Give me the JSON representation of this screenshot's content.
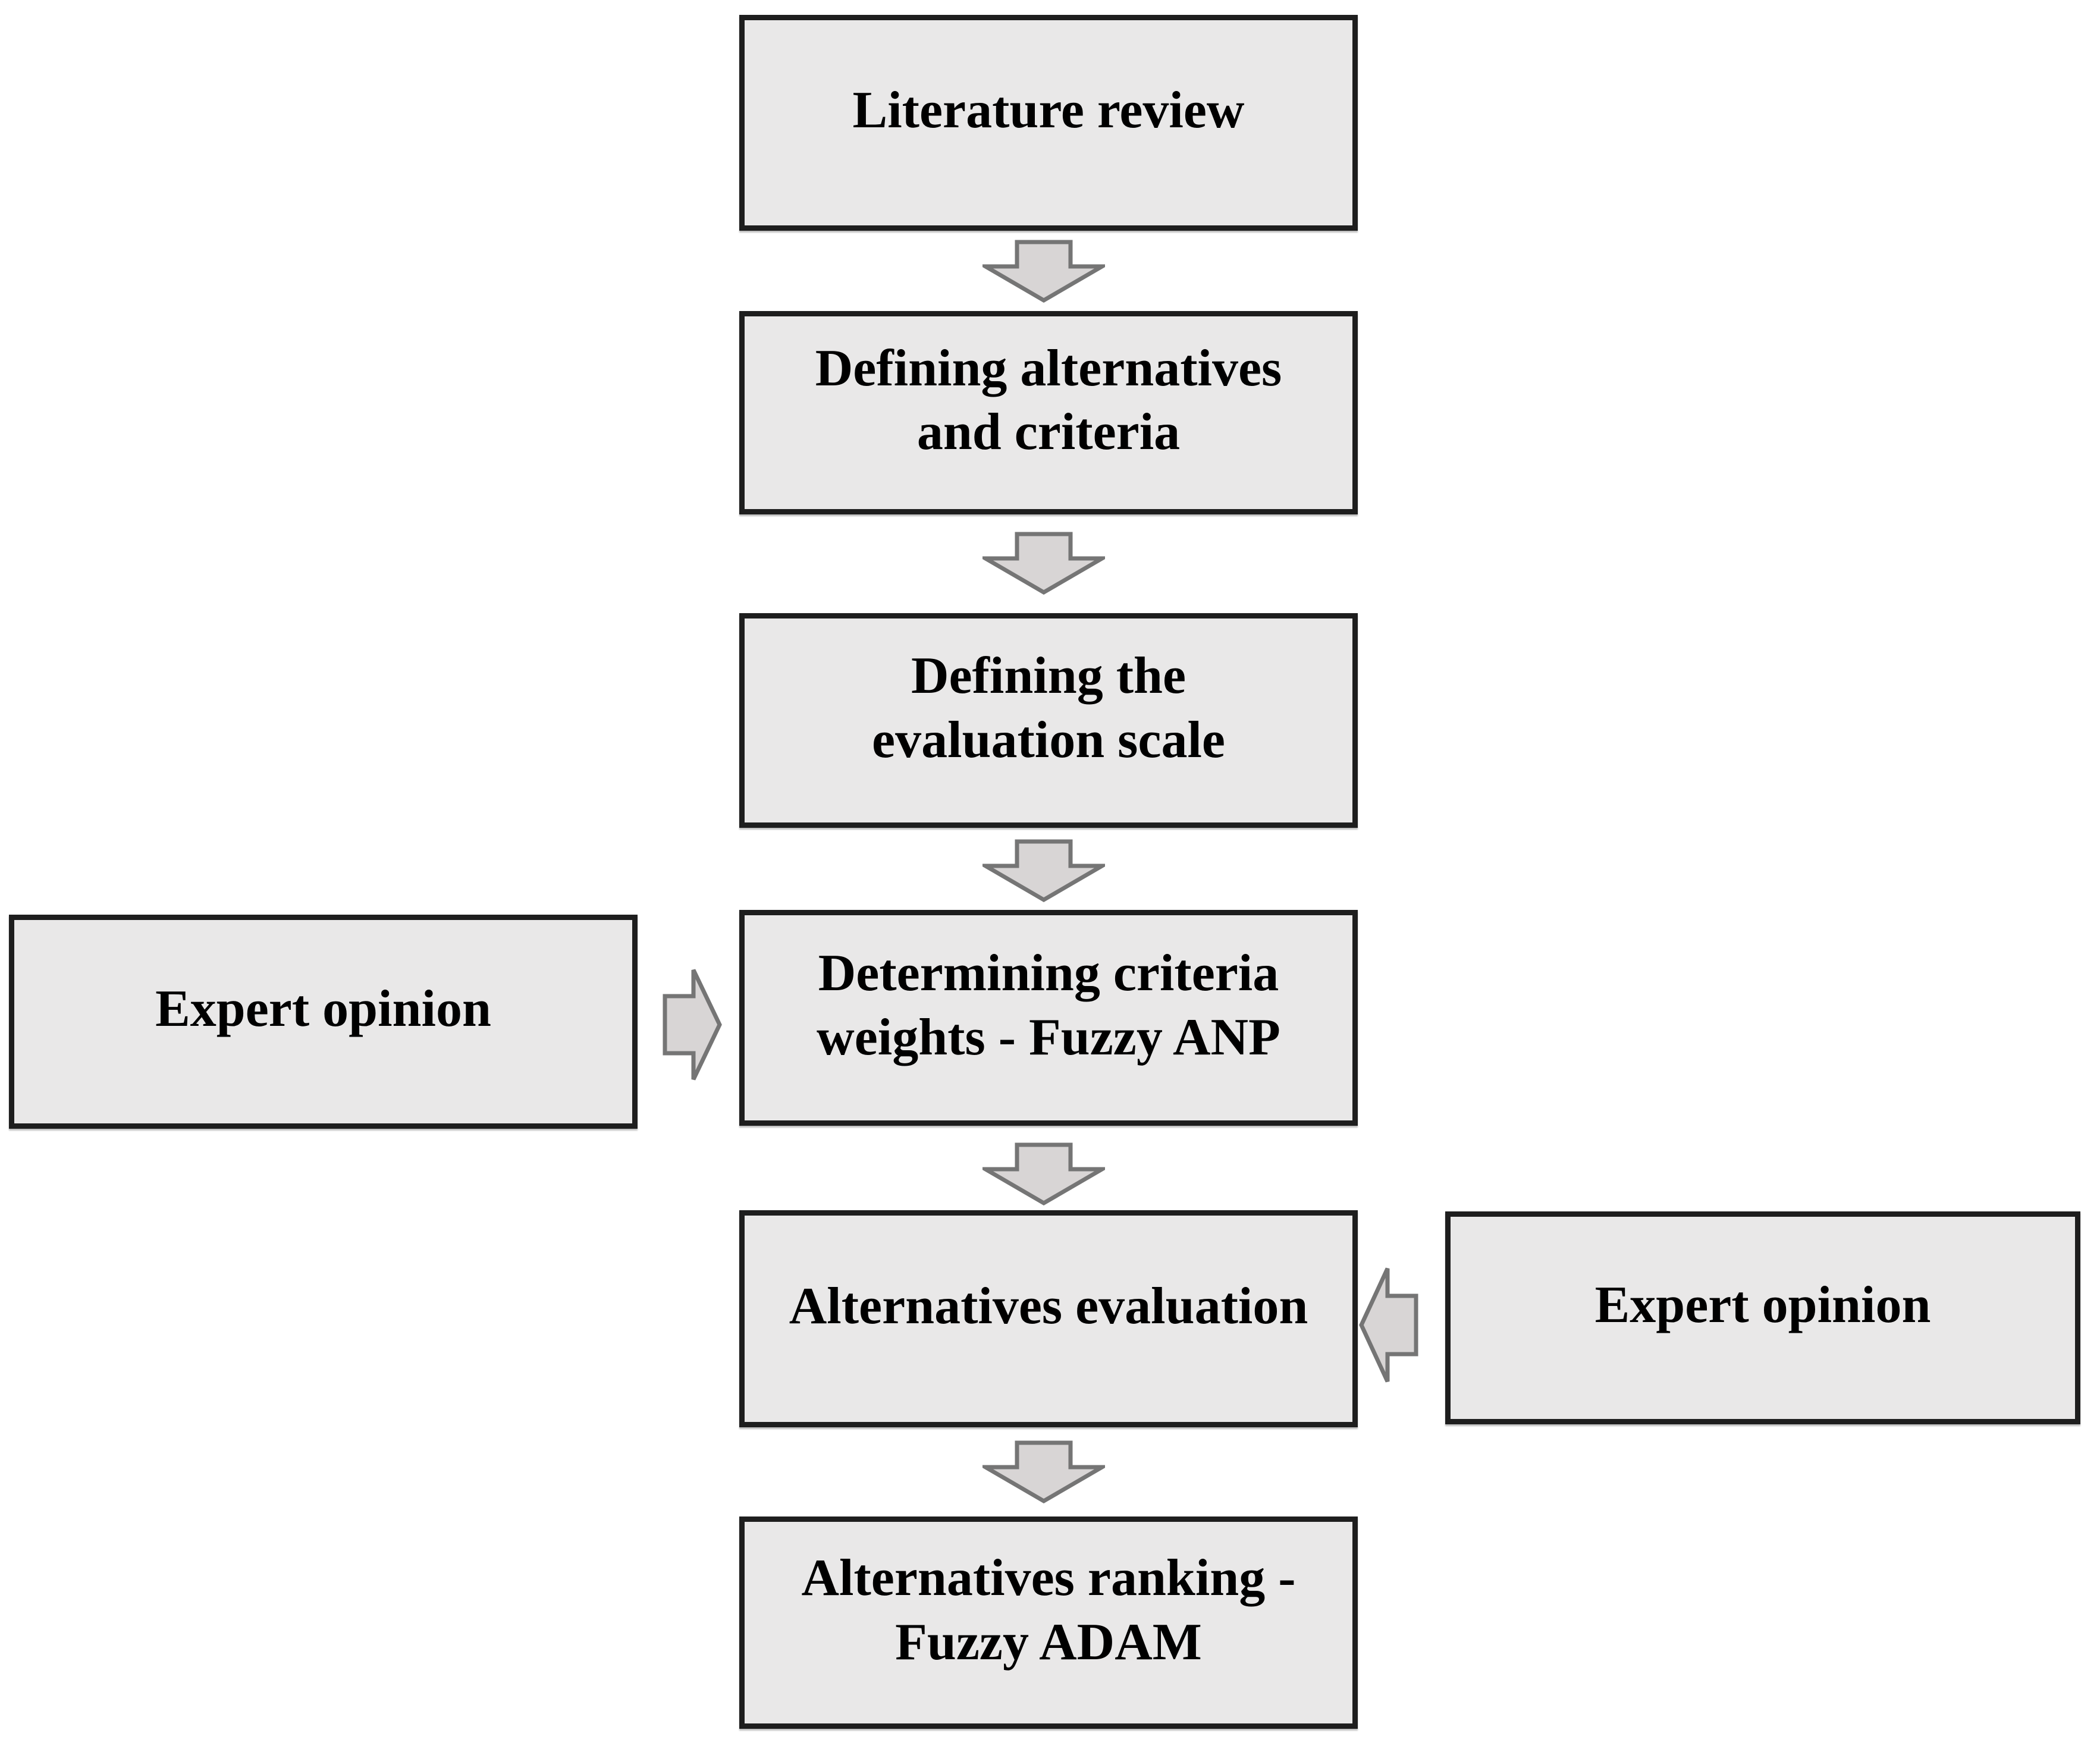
{
  "figure": {
    "type": "flowchart",
    "colors": {
      "background": "#ffffff",
      "node_fill": "#e9e8e8",
      "node_border": "#1e1e1e",
      "arrow_fill": "#d8d5d5",
      "arrow_border": "#757575",
      "text": "#000000"
    },
    "nodes": [
      {
        "id": "literature-review",
        "label": "Literature review"
      },
      {
        "id": "defining-alternatives-and-criteria",
        "label": "Defining alternatives\nand criteria"
      },
      {
        "id": "defining-the-evaluation-scale",
        "label": "Defining the\nevaluation scale"
      },
      {
        "id": "determining-criteria-weights",
        "label": "Determining criteria\nweights - Fuzzy ANP"
      },
      {
        "id": "alternatives-evaluation",
        "label": "Alternatives evaluation"
      },
      {
        "id": "alternatives-ranking",
        "label": "Alternatives ranking -\nFuzzy ADAM"
      },
      {
        "id": "expert-opinion-left",
        "label": "Expert opinion"
      },
      {
        "id": "expert-opinion-right",
        "label": "Expert opinion"
      }
    ],
    "edges": [
      {
        "from": "literature-review",
        "to": "defining-alternatives-and-criteria",
        "direction": "down"
      },
      {
        "from": "defining-alternatives-and-criteria",
        "to": "defining-the-evaluation-scale",
        "direction": "down"
      },
      {
        "from": "defining-the-evaluation-scale",
        "to": "determining-criteria-weights",
        "direction": "down"
      },
      {
        "from": "determining-criteria-weights",
        "to": "alternatives-evaluation",
        "direction": "down"
      },
      {
        "from": "alternatives-evaluation",
        "to": "alternatives-ranking",
        "direction": "down"
      },
      {
        "from": "expert-opinion-left",
        "to": "determining-criteria-weights",
        "direction": "right"
      },
      {
        "from": "expert-opinion-right",
        "to": "alternatives-evaluation",
        "direction": "left"
      }
    ]
  }
}
